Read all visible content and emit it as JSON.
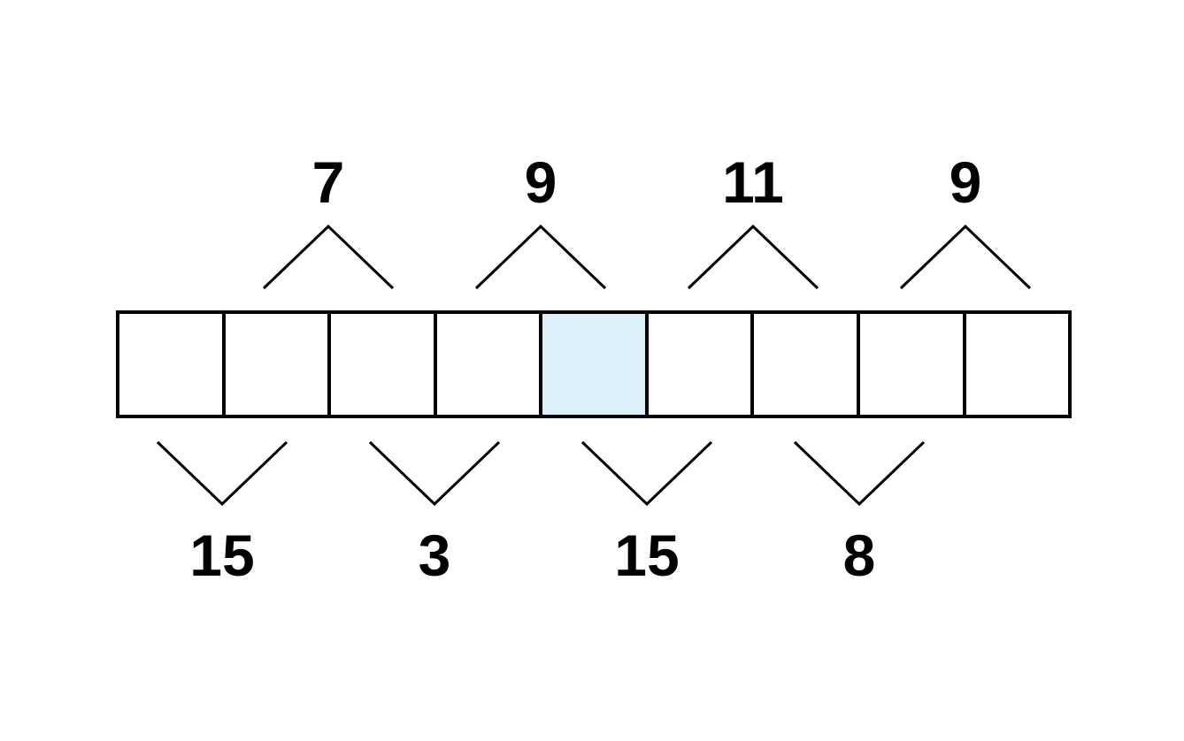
{
  "figure": {
    "kind": "adjacent-pair-sum-puzzle",
    "cells": [
      {
        "index": 1,
        "highlighted": false
      },
      {
        "index": 2,
        "highlighted": false
      },
      {
        "index": 3,
        "highlighted": false
      },
      {
        "index": 4,
        "highlighted": false
      },
      {
        "index": 5,
        "highlighted": true
      },
      {
        "index": 6,
        "highlighted": false
      },
      {
        "index": 7,
        "highlighted": false
      },
      {
        "index": 8,
        "highlighted": false
      },
      {
        "index": 9,
        "highlighted": false
      }
    ],
    "top_sums": [
      {
        "label": "7",
        "cells": "2-3"
      },
      {
        "label": "9",
        "cells": "4-5"
      },
      {
        "label": "11",
        "cells": "6-7"
      },
      {
        "label": "9",
        "cells": "8-9"
      }
    ],
    "bottom_sums": [
      {
        "label": "15",
        "cells": "1-2"
      },
      {
        "label": "3",
        "cells": "3-4"
      },
      {
        "label": "15",
        "cells": "5-6"
      },
      {
        "label": "8",
        "cells": "7-8"
      }
    ],
    "colors": {
      "line": "#000000",
      "background": "#ffffff",
      "highlight": "#dcf0f9",
      "text": "#000000"
    }
  }
}
